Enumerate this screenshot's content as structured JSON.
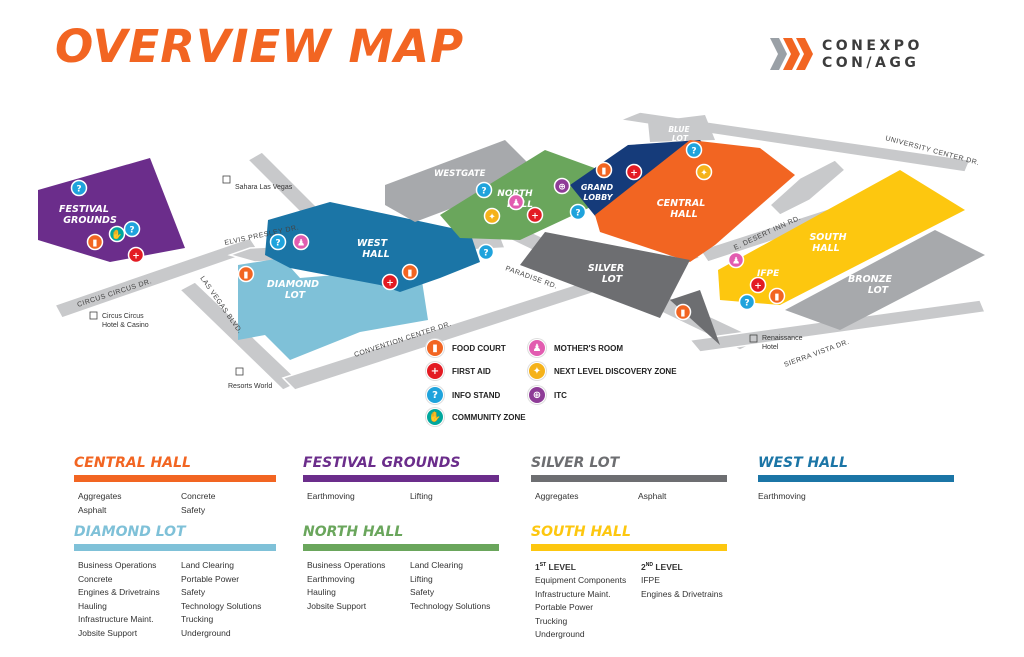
{
  "title": "OVERVIEW MAP",
  "logo": {
    "line1": "CONEXPO",
    "line2": "CON/AGG"
  },
  "map": {
    "areas": {
      "festival_grounds": [
        "FESTIVAL",
        "GROUNDS"
      ],
      "west_hall": [
        "WEST",
        "HALL"
      ],
      "diamond_lot": [
        "DIAMOND",
        "LOT"
      ],
      "westgate": "WESTGATE",
      "north_hall": [
        "NORTH",
        "HALL"
      ],
      "grand_lobby": [
        "GRAND",
        "LOBBY"
      ],
      "blue_lot": [
        "BLUE",
        "LOT"
      ],
      "central_hall": [
        "CENTRAL",
        "HALL"
      ],
      "south_hall": [
        "SOUTH",
        "HALL"
      ],
      "silver_lot": [
        "SILVER",
        "LOT"
      ],
      "ifpe": "IFPE",
      "bronze_lot": [
        "BRONZE",
        "LOT"
      ]
    },
    "roads": {
      "circus_circus": "CIRCUS CIRCUS DR.",
      "elvis_presley": "ELVIS PRESLEY DR.",
      "las_vegas_blvd": "LAS VEGAS BLVD.",
      "convention_center": "CONVENTION CENTER DR.",
      "paradise": "PARADISE RD.",
      "desert_inn": "E. DESERT INN RD.",
      "university_center": "UNIVERSITY CENTER DR.",
      "sierra_vista": "SIERRA VISTA DR."
    },
    "landmarks": {
      "sahara": "Sahara Las Vegas",
      "circus_circus": [
        "Circus Circus",
        "Hotel & Casino"
      ],
      "resorts_world": "Resorts World",
      "renaissance": [
        "Renaissance",
        "Hotel"
      ]
    }
  },
  "legend": [
    {
      "key": "food",
      "label": "FOOD COURT",
      "icon": "food-court-icon",
      "color": "#f26522",
      "glyph": "▮"
    },
    {
      "key": "firstaid",
      "label": "FIRST AID",
      "icon": "first-aid-icon",
      "color": "#e31b23",
      "glyph": "+"
    },
    {
      "key": "info",
      "label": "INFO STAND",
      "icon": "info-stand-icon",
      "color": "#1fa3dc",
      "glyph": "?"
    },
    {
      "key": "community",
      "label": "COMMUNITY ZONE",
      "icon": "community-zone-icon",
      "color": "#00a79d",
      "glyph": "✋"
    },
    {
      "key": "mother",
      "label": "MOTHER'S ROOM",
      "icon": "mothers-room-icon",
      "color": "#e25cb0",
      "glyph": "♟"
    },
    {
      "key": "nextlevel",
      "label": "NEXT LEVEL DISCOVERY ZONE",
      "icon": "discovery-zone-icon",
      "color": "#f5b21a",
      "glyph": "✦"
    },
    {
      "key": "itc",
      "label": "ITC",
      "icon": "itc-globe-icon",
      "color": "#8e3c97",
      "glyph": "⊕"
    }
  ],
  "colors": {
    "orange": "#f26522",
    "purple": "#6b2d8b",
    "gray": "#6d6e71",
    "blue": "#1b75a6",
    "lightblue": "#7fc1d8",
    "green": "#6aa65c",
    "yellow": "#fdc70f"
  },
  "sections": {
    "central_hall": {
      "title": "CENTRAL HALL",
      "col1": [
        "Aggregates",
        "Asphalt"
      ],
      "col2": [
        "Concrete",
        "Safety"
      ]
    },
    "festival_grounds": {
      "title": "FESTIVAL GROUNDS",
      "col1": [
        "Earthmoving"
      ],
      "col2": [
        "Lifting"
      ]
    },
    "silver_lot": {
      "title": "SILVER LOT",
      "col1": [
        "Aggregates"
      ],
      "col2": [
        "Asphalt"
      ]
    },
    "west_hall": {
      "title": "WEST HALL",
      "col1": [
        "Earthmoving"
      ]
    },
    "diamond_lot": {
      "title": "DIAMOND LOT",
      "col1": [
        "Business Operations",
        "Concrete",
        "Engines & Drivetrains",
        "Hauling",
        "Infrastructure Maint.",
        "Jobsite Support"
      ],
      "col2": [
        "Land Clearing",
        "Portable Power",
        "Safety",
        "Technology Solutions",
        "Trucking",
        "Underground"
      ]
    },
    "north_hall": {
      "title": "NORTH HALL",
      "col1": [
        "Business Operations",
        "Earthmoving",
        "Hauling",
        "Jobsite Support"
      ],
      "col2": [
        "Land Clearing",
        "Lifting",
        "Safety",
        "Technology Solutions"
      ]
    },
    "south_hall": {
      "title": "SOUTH HALL",
      "level1": {
        "num": "1",
        "sup": "ST",
        "label": "LEVEL"
      },
      "col1": [
        "Equipment Components",
        "Infrastructure Maint.",
        "Portable Power",
        "Trucking",
        "Underground"
      ],
      "level2": {
        "num": "2",
        "sup": "ND",
        "label": "LEVEL"
      },
      "col2": [
        "IFPE",
        "Engines & Drivetrains"
      ]
    }
  }
}
